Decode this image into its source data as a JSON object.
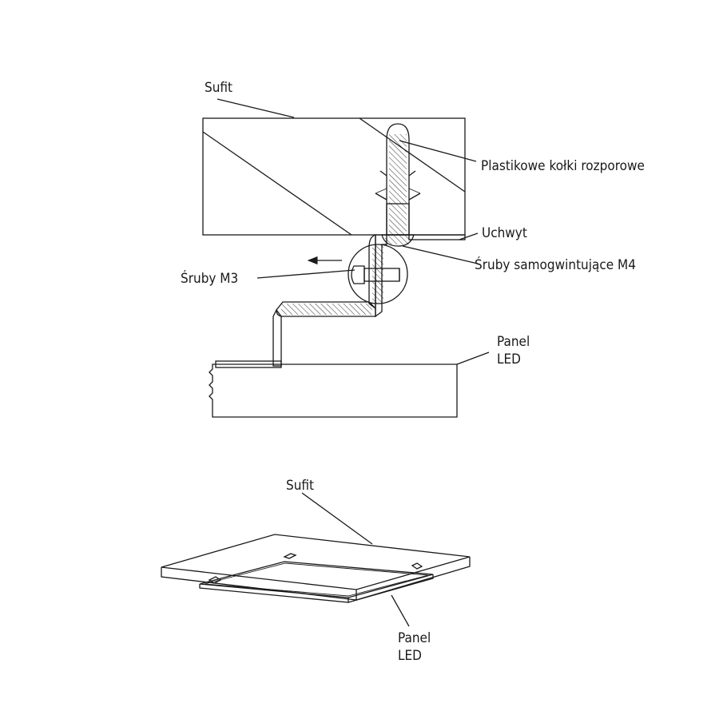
{
  "section_view": {
    "labels": {
      "ceiling": "Sufit",
      "plastic_anchors": "Plastikowe kołki rozporowe",
      "bracket": "Uchwyt",
      "self_tapping_screws": "Śruby samogwintujące M4",
      "m3_screws": "Śruby M3",
      "panel_line1": "Panel",
      "panel_line2": "LED"
    }
  },
  "perspective_view": {
    "labels": {
      "ceiling": "Sufit",
      "panel_line1": "Panel",
      "panel_line2": "LED"
    }
  },
  "colors": {
    "ink": "#1a1a1a",
    "background": "#ffffff"
  }
}
